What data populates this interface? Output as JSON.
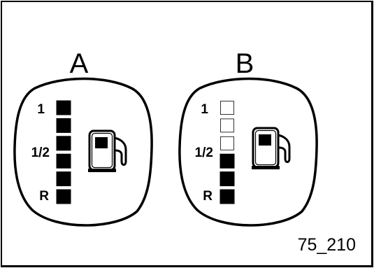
{
  "figure_code": "75_210",
  "colors": {
    "ink": "#000000",
    "paper": "#ffffff"
  },
  "panels": [
    {
      "id": "A",
      "label": "A",
      "level_labels": {
        "full": "1",
        "half": "1/2",
        "reserve": "R"
      },
      "segments_total": 6,
      "segments_filled": 6,
      "icon": "fuel-pump-icon"
    },
    {
      "id": "B",
      "label": "B",
      "level_labels": {
        "full": "1",
        "half": "1/2",
        "reserve": "R"
      },
      "segments_total": 6,
      "segments_filled": 3,
      "icon": "fuel-pump-icon"
    }
  ]
}
